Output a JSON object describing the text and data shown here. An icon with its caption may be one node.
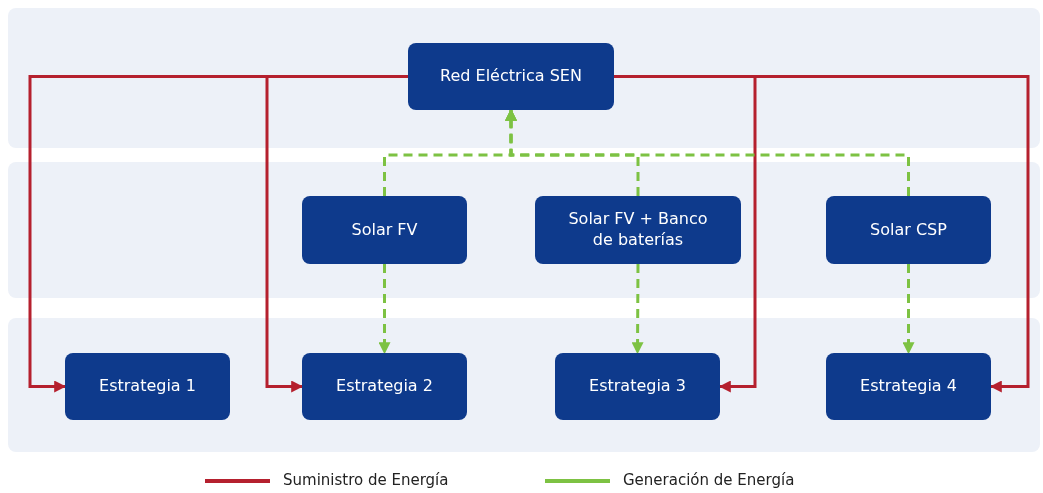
{
  "diagram": {
    "nodes": [
      {
        "text": [
          "Red Eléctrica SEN"
        ]
      },
      {
        "text": [
          "Solar FV"
        ]
      },
      {
        "text": [
          "Solar FV + Banco de baterías"
        ]
      },
      {
        "text": [
          "Solar CSP"
        ]
      },
      {
        "text": [
          "Estrategia 1"
        ]
      },
      {
        "text": [
          "Estrategia 2"
        ]
      },
      {
        "text": [
          "Estrategia 3"
        ]
      },
      {
        "text": [
          "Estrategia 4"
        ]
      }
    ],
    "edges": [
      {
        "from": 0,
        "to": 4,
        "arrow": "to",
        "color": "#b5202e"
      },
      {
        "from": 0,
        "to": 5,
        "arrow": "to",
        "color": "#b5202e"
      },
      {
        "from": 0,
        "to": 6,
        "arrow": "to",
        "color": "#b5202e"
      },
      {
        "from": 0,
        "to": 7,
        "arrow": "to",
        "color": "#b5202e"
      },
      {
        "from": 1,
        "to": 0,
        "arrow": "to",
        "style": "dashed"
      },
      {
        "from": 2,
        "to": 0,
        "arrow": "to",
        "style": "dashed"
      },
      {
        "from": 3,
        "to": 0,
        "arrow": "to",
        "style": "dashed"
      },
      {
        "from": 1,
        "to": 5,
        "arrow": "to",
        "style": "dashed"
      },
      {
        "from": 2,
        "to": 6,
        "arrow": "to",
        "style": "dashed"
      },
      {
        "from": 3,
        "to": 7,
        "arrow": "to",
        "style": "dashed"
      }
    ],
    "legend": [
      {
        "text": "Suministro de Energía"
      },
      {
        "text": "Generación de Energía"
      }
    ]
  }
}
